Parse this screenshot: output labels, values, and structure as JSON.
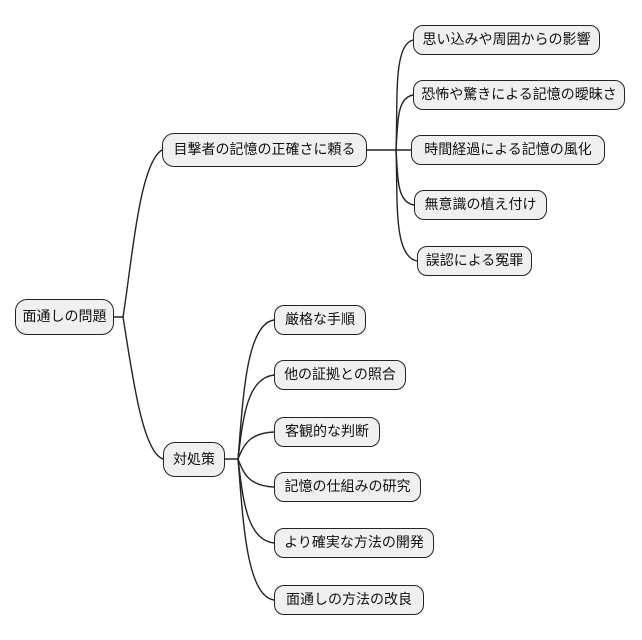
{
  "diagram": {
    "type": "mindmap",
    "root": {
      "label": "面通しの問題"
    },
    "branches": [
      {
        "label": "目撃者の記憶の正確さに頼る",
        "children": [
          {
            "label": "思い込みや周囲からの影響"
          },
          {
            "label": "恐怖や驚きによる記憶の曖昧さ"
          },
          {
            "label": "時間経過による記憶の風化"
          },
          {
            "label": "無意識の植え付け"
          },
          {
            "label": "誤認による冤罪"
          }
        ]
      },
      {
        "label": "対処策",
        "children": [
          {
            "label": "厳格な手順"
          },
          {
            "label": "他の証拠との照合"
          },
          {
            "label": "客観的な判断"
          },
          {
            "label": "記憶の仕組みの研究"
          },
          {
            "label": "より確実な方法の開発"
          },
          {
            "label": "面通しの方法の改良"
          }
        ]
      }
    ],
    "colors": {
      "background": "#ffffff",
      "node_fill": "#f0f0f0",
      "node_border": "#242424",
      "connector": "#242424"
    }
  }
}
